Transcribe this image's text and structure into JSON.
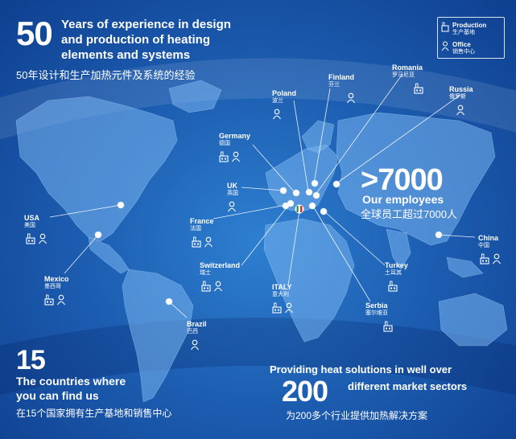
{
  "headline": {
    "number": "50",
    "line1": "Years of experience in design",
    "line2": "and production of heating",
    "line3": "elements and systems",
    "zh": "50年设计和生产加热元件及系统的经验"
  },
  "employees": {
    "number": ">7000",
    "label": "Our employees",
    "zh": "全球员工超过7000人"
  },
  "countries": {
    "number": "15",
    "line1": "The countries where",
    "line2": "you can find us",
    "zh": "在15个国家拥有生产基地和销售中心"
  },
  "sectors": {
    "line1": "Providing heat solutions in well over",
    "number": "200",
    "line2": "different market sectors",
    "zh": "为200多个行业提供加热解决方案"
  },
  "legend": {
    "production": "Production",
    "production_zh": "生产基地",
    "office": "Office",
    "office_zh": "销售中心"
  },
  "locations": [
    {
      "name": "USA",
      "zh": "美国",
      "icons": [
        "production-icon",
        "office-icon"
      ]
    },
    {
      "name": "Mexico",
      "zh": "墨西哥",
      "icons": [
        "production-icon",
        "office-icon"
      ]
    },
    {
      "name": "Brazil",
      "zh": "巴西",
      "icons": [
        "office-icon"
      ]
    },
    {
      "name": "France",
      "zh": "法国",
      "icons": [
        "production-icon",
        "office-icon"
      ]
    },
    {
      "name": "UK",
      "zh": "英国",
      "icons": [
        "office-icon"
      ]
    },
    {
      "name": "Germany",
      "zh": "德国",
      "icons": [
        "production-icon",
        "office-icon"
      ]
    },
    {
      "name": "Switzerland",
      "zh": "瑞士",
      "icons": [
        "production-icon",
        "office-icon"
      ]
    },
    {
      "name": "Poland",
      "zh": "波兰",
      "icons": [
        "office-icon"
      ]
    },
    {
      "name": "Finland",
      "zh": "芬兰",
      "icons": [
        "office-icon"
      ]
    },
    {
      "name": "Romania",
      "zh": "罗马尼亚",
      "icons": [
        "production-icon"
      ]
    },
    {
      "name": "Russia",
      "zh": "俄罗斯",
      "icons": [
        "office-icon"
      ]
    },
    {
      "name": "ITALY",
      "zh": "意大利",
      "icons": [
        "production-icon",
        "office-icon"
      ]
    },
    {
      "name": "Serbia",
      "zh": "塞尔维亚",
      "icons": [
        "production-icon"
      ]
    },
    {
      "name": "Turkey",
      "zh": "土耳其",
      "icons": [
        "production-icon"
      ]
    },
    {
      "name": "China",
      "zh": "中国",
      "icons": [
        "production-icon",
        "office-icon"
      ]
    }
  ]
}
